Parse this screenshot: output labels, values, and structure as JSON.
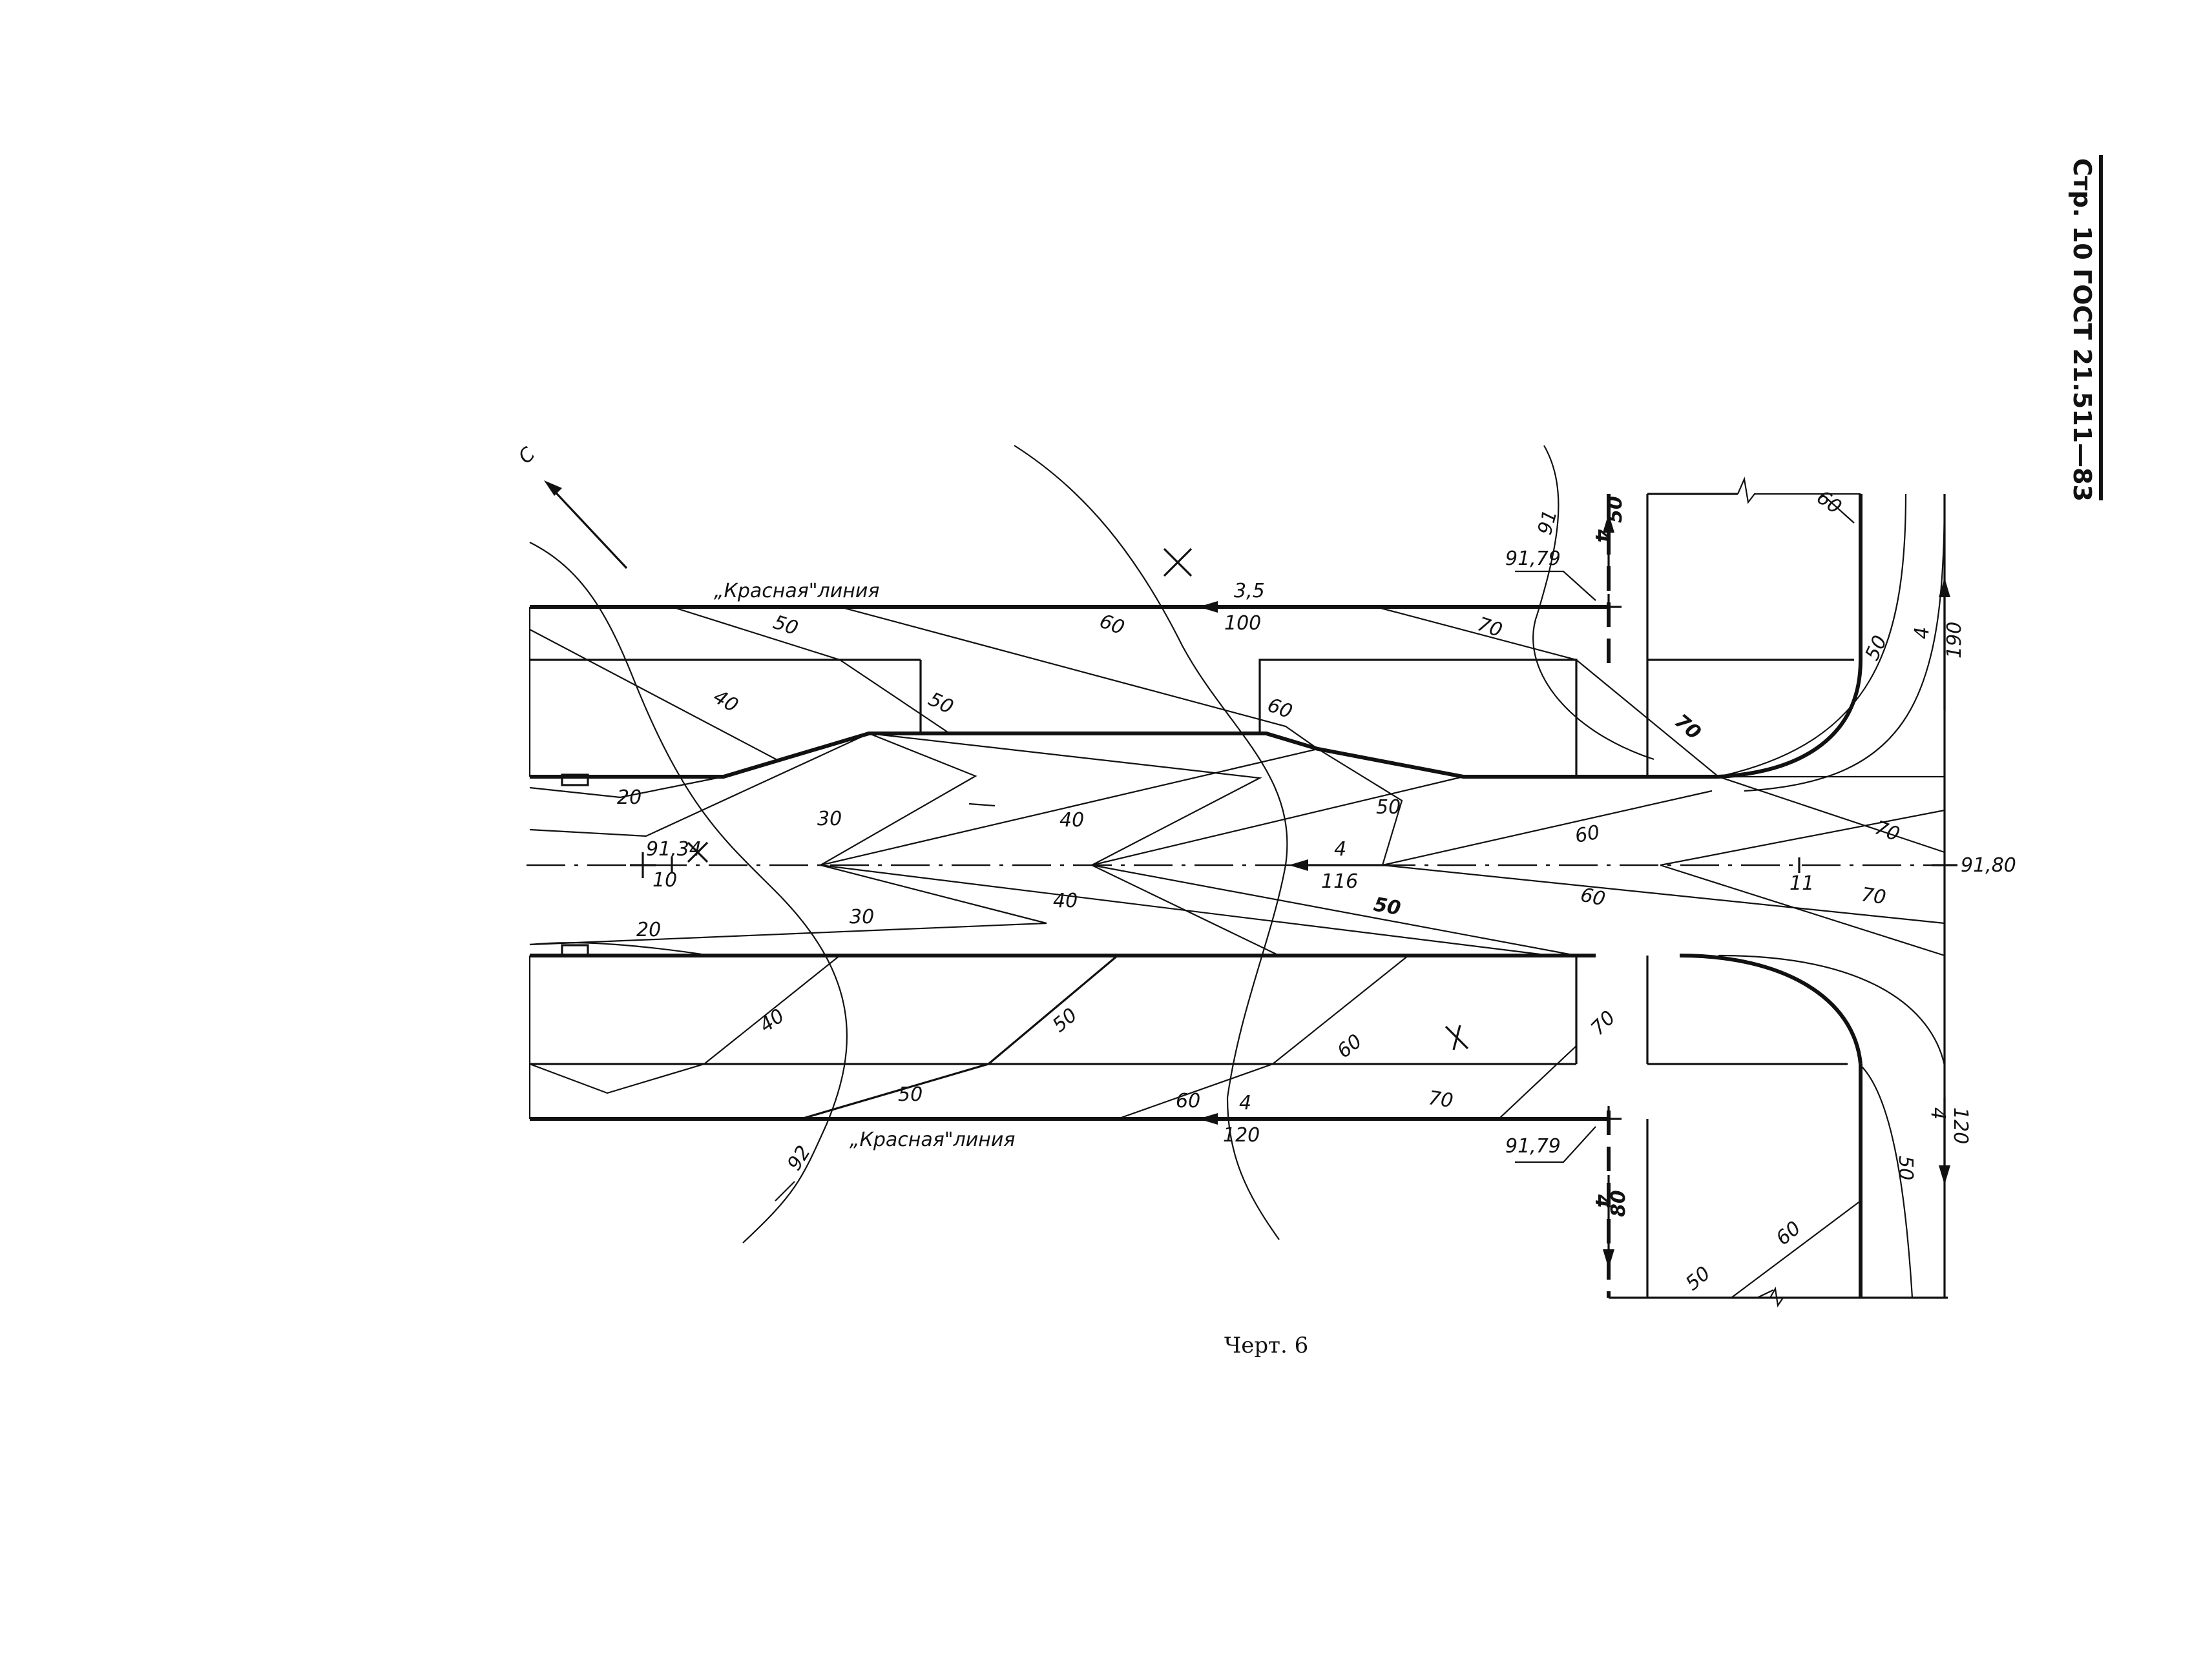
{
  "header": {
    "page_ref": "Стр. 10 ГОСТ 21.511—83"
  },
  "north": {
    "label": "С"
  },
  "red_lines": {
    "top": "„Красная\"линия",
    "bottom": "„Красная\"линия"
  },
  "contours": {
    "c91": "91",
    "c92": "92"
  },
  "spot_heights": {
    "top_cross": "91,79",
    "bottom_cross": "91,79",
    "axis_left": "91,34",
    "axis_right": "91,80"
  },
  "slopes": {
    "top_street": {
      "grade": "3,5",
      "length": "100"
    },
    "axis": {
      "grade": "4",
      "length": "116"
    },
    "bottom_street": {
      "grade": "4",
      "length": "120"
    },
    "cross_top_up": {
      "grade": "4",
      "length": "50"
    },
    "cross_bottom_down": {
      "grade": "4",
      "length": "80"
    },
    "right_up": {
      "grade": "4",
      "length": "190"
    },
    "right_down": {
      "grade": "4",
      "length": "120"
    }
  },
  "horizontals": {
    "h10": "10",
    "h11": "11",
    "h20a": "20",
    "h20b": "20",
    "h30a": "30",
    "h30b": "30",
    "h40a": "40",
    "h40b": "40",
    "h40c": "40",
    "h40d": "40",
    "h50a": "50",
    "h50b": "50",
    "h50c": "50",
    "h50d": "50",
    "h50e": "50",
    "h50f": "50",
    "h50g": "50",
    "h50h": "50",
    "h50i": "50",
    "h60a": "60",
    "h60b": "60",
    "h60c": "60",
    "h60d": "60",
    "h60e": "60",
    "h60f": "60",
    "h60g": "60",
    "h60h": "60",
    "h70a": "70",
    "h70b": "70",
    "h70c": "70",
    "h70d": "70",
    "h70e": "70",
    "h70f": "70"
  },
  "caption": "Черт. 6"
}
